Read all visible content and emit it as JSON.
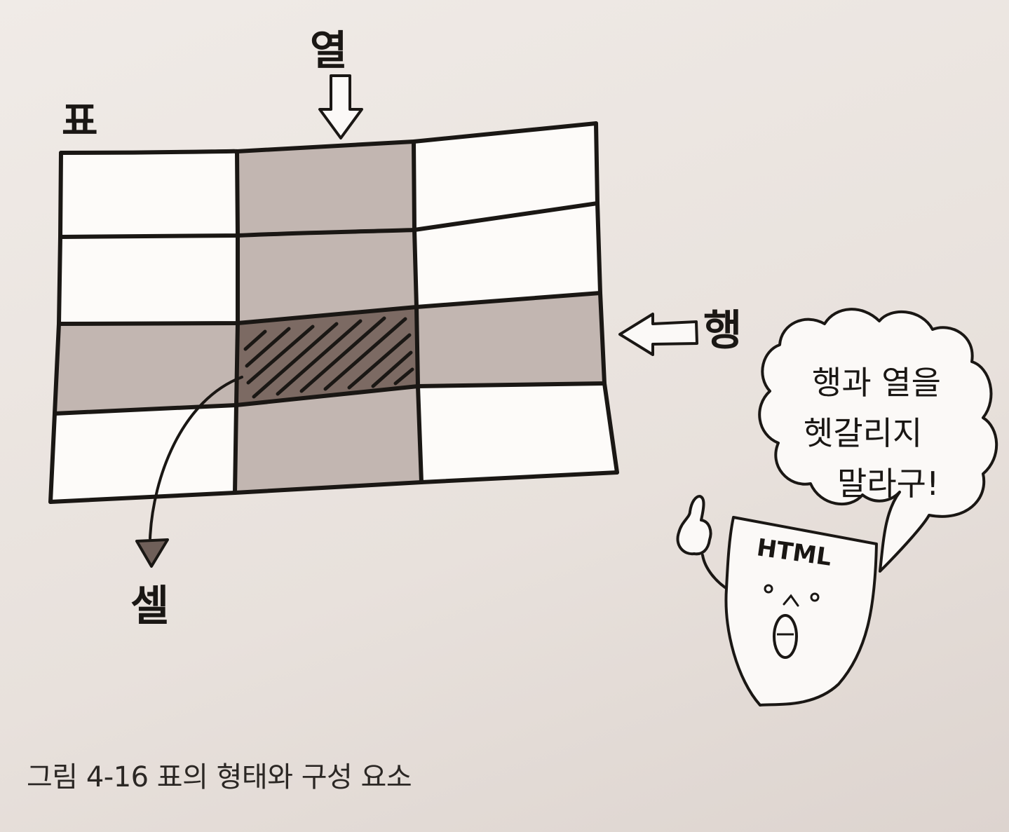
{
  "labels": {
    "table": "표",
    "column": "열",
    "row": "행",
    "cell": "셀"
  },
  "mascot": {
    "badge": "HTML",
    "speech_lines": [
      "행과 열을",
      "헷갈리지",
      "말라구!"
    ]
  },
  "caption": "그림 4-16  표의 형태와 구성 요소",
  "colors": {
    "empty_cell": "#fdfbf9",
    "highlighted_cell": "#c2b6b1",
    "selected_cell": "#7c6a63",
    "ink": "#1a1714"
  },
  "grid": {
    "rows": 4,
    "columns": 3,
    "highlighted_column": 2,
    "highlighted_row": 3
  }
}
